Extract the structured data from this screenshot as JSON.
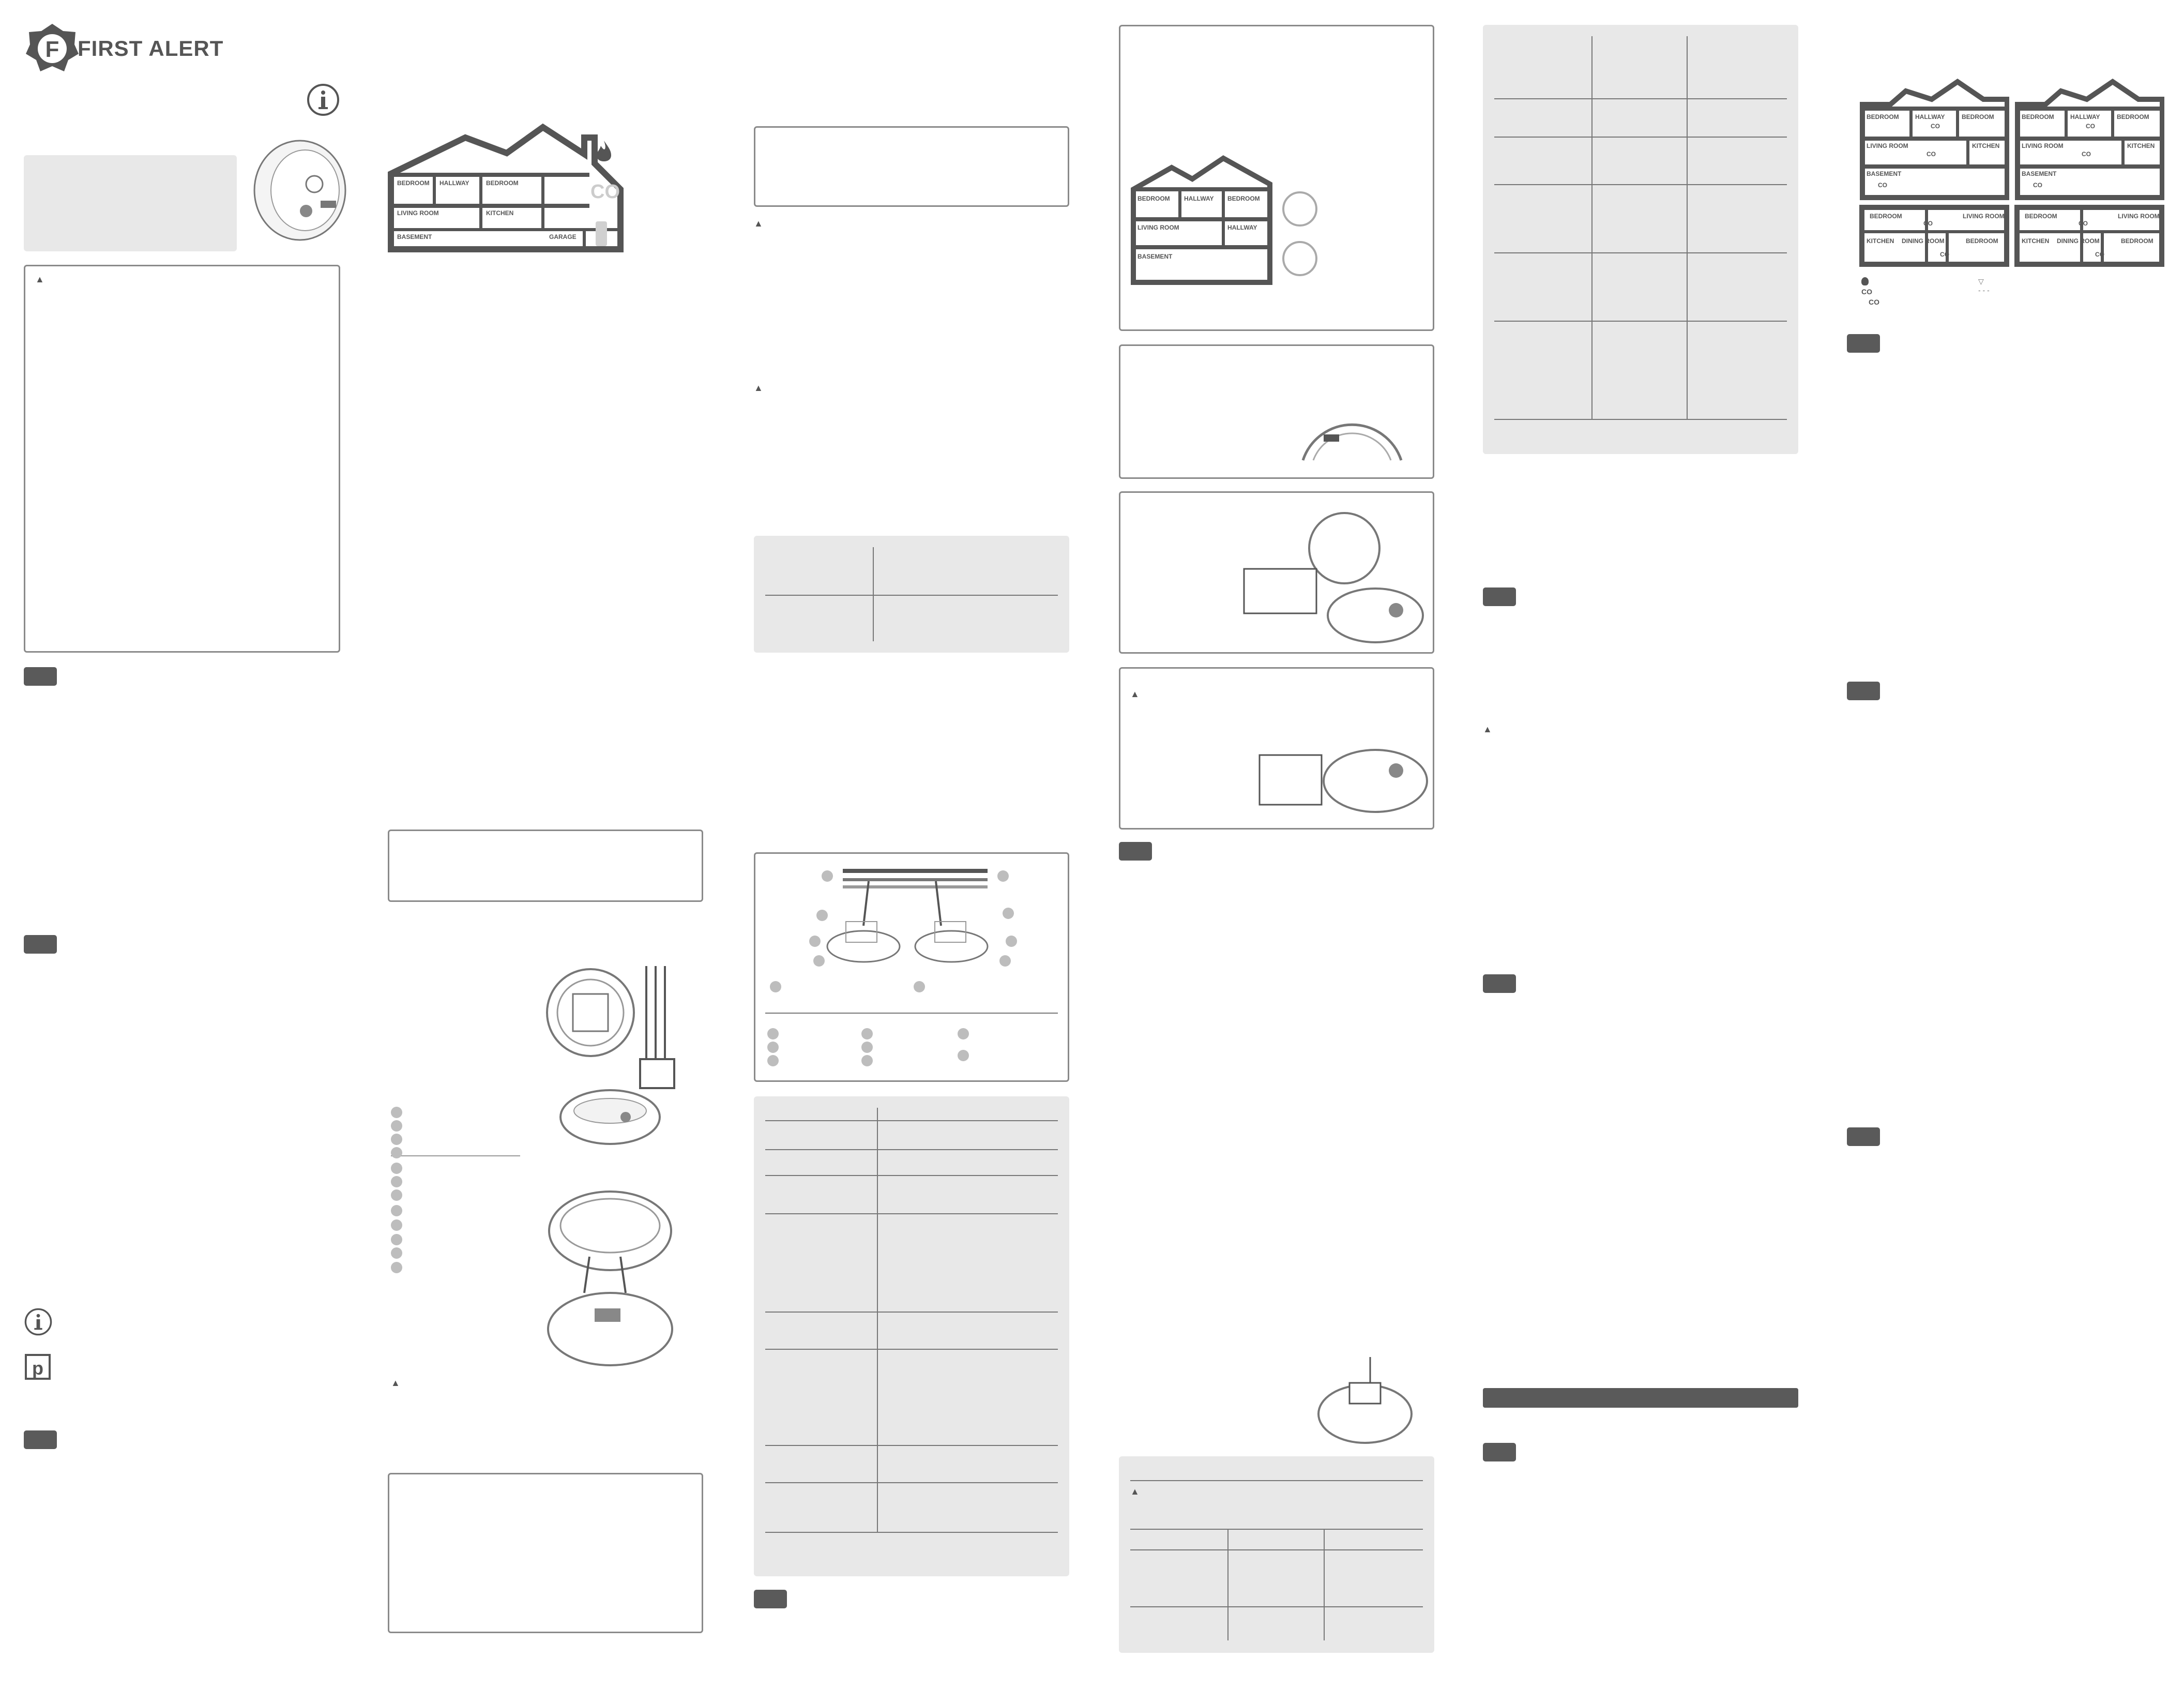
{
  "brand": {
    "name": "FIRST ALERT",
    "logo_letter": "F"
  },
  "icons": {
    "info": "info-icon",
    "pdf": "pdf-icon",
    "warning": "warning-triangle-icon",
    "flame": "smoke-flame-icon",
    "co": "CO",
    "detector": "detector-icon"
  },
  "legend_symbols": {
    "co": "CO",
    "flame_co": "CO"
  },
  "panel2_house": {
    "rooms": [
      "BEDROOM",
      "HALLWAY",
      "BEDROOM",
      "LIVING ROOM",
      "KITCHEN",
      "BASEMENT",
      "GARAGE"
    ],
    "side_legend_co": "CO"
  },
  "panel4_house": {
    "rooms": [
      "BEDROOM",
      "HALLWAY",
      "BEDROOM",
      "LIVING ROOM",
      "HALLWAY",
      "BASEMENT"
    ]
  },
  "panel6_houses": {
    "house_a": [
      "BEDROOM",
      "HALLWAY",
      "BEDROOM",
      "LIVING ROOM",
      "KITCHEN",
      "BASEMENT"
    ],
    "house_b": [
      "BEDROOM",
      "HALLWAY",
      "BEDROOM",
      "LIVING ROOM",
      "KITCHEN",
      "BASEMENT"
    ],
    "ranch_a": [
      "BEDROOM",
      "LIVING ROOM",
      "KITCHEN",
      "DINING ROOM",
      "BEDROOM"
    ],
    "ranch_b": [
      "BEDROOM",
      "LIVING ROOM",
      "KITCHEN",
      "DINING ROOM",
      "BEDROOM"
    ],
    "co_label": "CO"
  },
  "colors": {
    "dark": "#555555",
    "panel_gray": "#e8e8e8",
    "tag": "#5a5a5a"
  }
}
